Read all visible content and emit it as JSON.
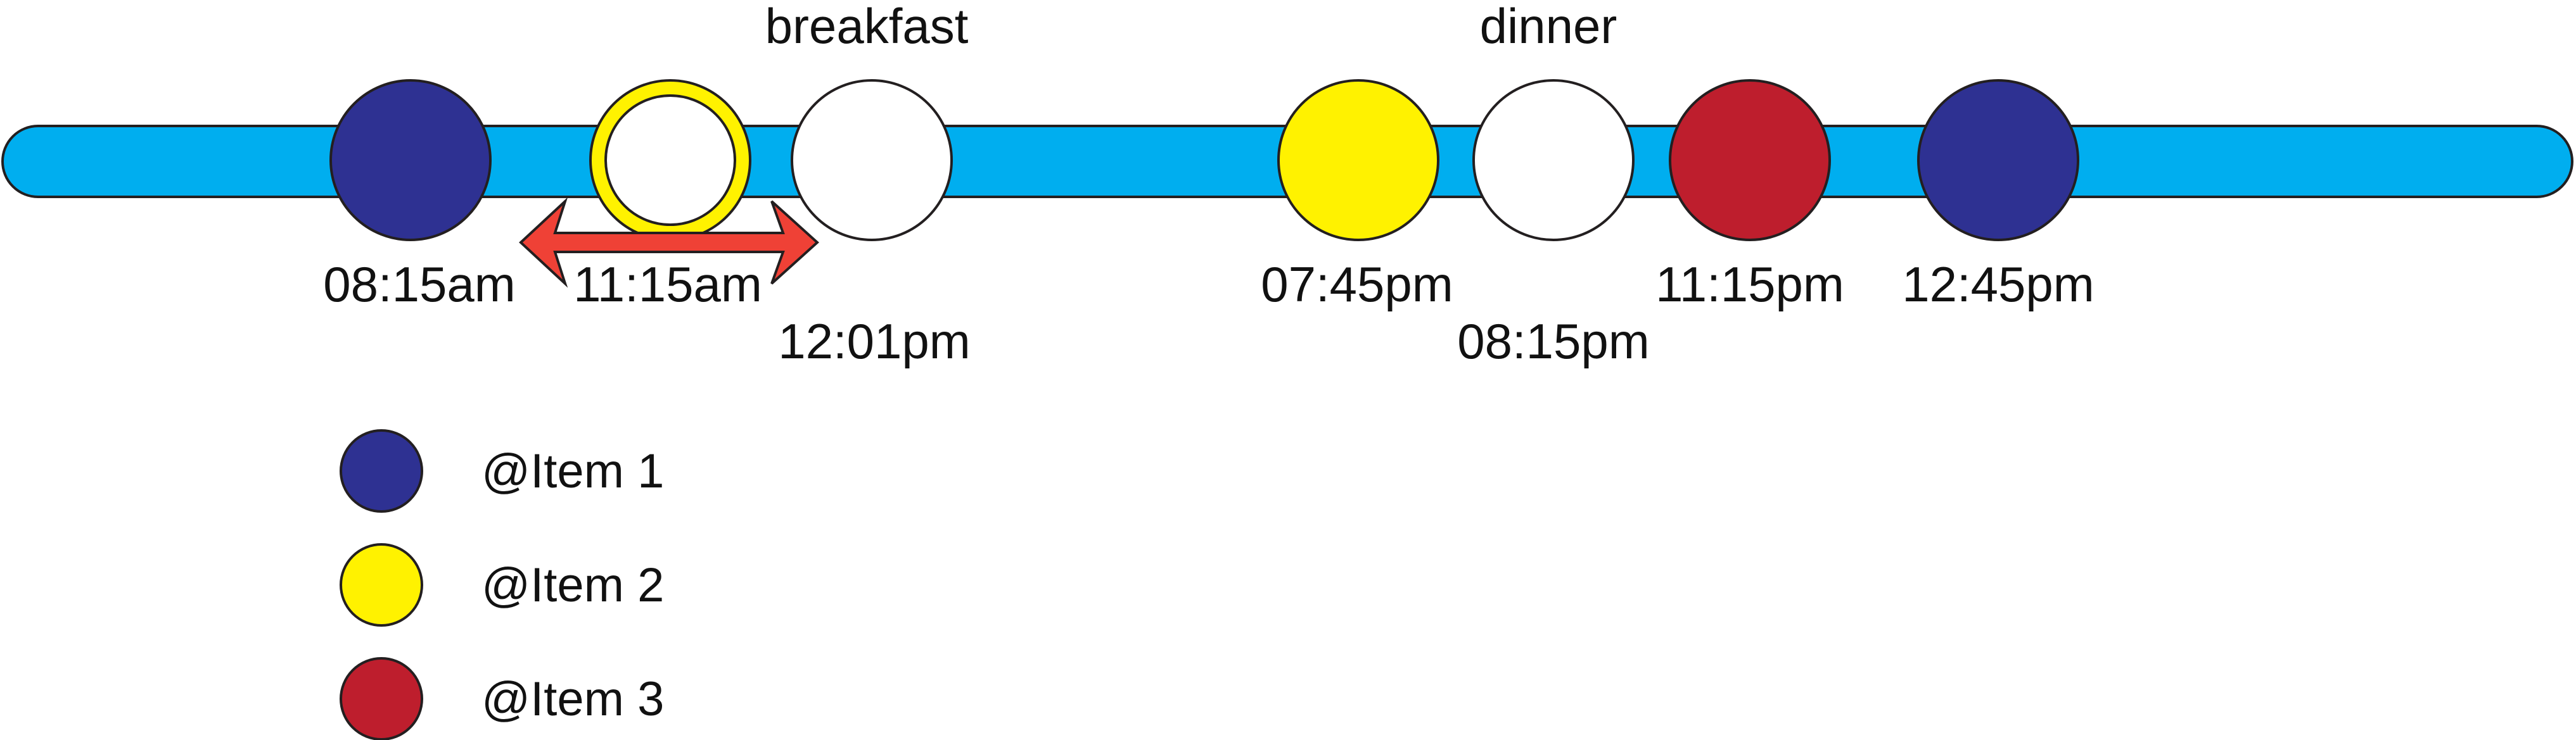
{
  "colors": {
    "timeline": "#00AEEF",
    "item1": "#2E3192",
    "item2": "#FFF200",
    "item3": "#BE1E2D",
    "open": "#FFFFFF",
    "arrow": "#EF4136",
    "outline": "#231F20"
  },
  "events": [
    {
      "time": "08:15am",
      "kind": "item1"
    },
    {
      "time": "11:15am",
      "kind": "item2-ring"
    },
    {
      "time": "12:01pm",
      "kind": "open"
    },
    {
      "time": "07:45pm",
      "kind": "item2"
    },
    {
      "time": "08:15pm",
      "kind": "open"
    },
    {
      "time": "11:15pm",
      "kind": "item3"
    },
    {
      "time": "12:45pm",
      "kind": "item1"
    }
  ],
  "meals": [
    {
      "label": "breakfast"
    },
    {
      "label": "dinner"
    }
  ],
  "legend": [
    {
      "label": "@Item 1",
      "color_key": "item1"
    },
    {
      "label": "@Item 2",
      "color_key": "item2"
    },
    {
      "label": "@Item 3",
      "color_key": "item3"
    }
  ],
  "range_arrow": {
    "icon": "double-headed-arrow-icon"
  }
}
